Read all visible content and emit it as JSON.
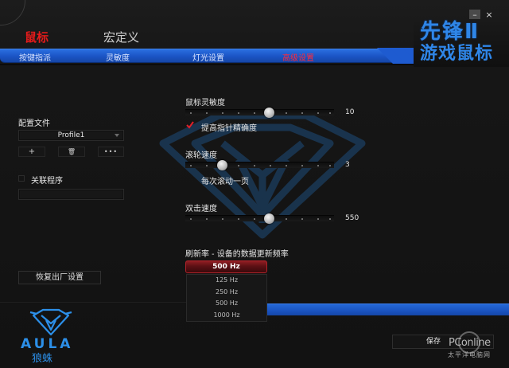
{
  "window": {
    "controls": {
      "minimize": "–",
      "close": "×"
    }
  },
  "header": {
    "main_tabs": [
      {
        "label": "鼠标",
        "active": true
      },
      {
        "label": "宏定义",
        "active": false
      }
    ],
    "sub_tabs": [
      {
        "label": "按键指派",
        "active": false
      },
      {
        "label": "灵敏度",
        "active": false
      },
      {
        "label": "灯光设置",
        "active": false
      },
      {
        "label": "高级设置",
        "active": true
      }
    ],
    "brand": {
      "title": "先锋Ⅱ",
      "subtitle": "游戏鼠标"
    },
    "colors": {
      "accent_blue": "#1b54c5",
      "active_red": "#e21b1b"
    }
  },
  "sidebar": {
    "profile_label": "配置文件",
    "profile_value": "Profile1",
    "buttons": {
      "add": "+",
      "delete": "🗑",
      "more": "•••"
    },
    "link_program_label": "关联程序",
    "link_program_checked": false,
    "link_program_value": "",
    "reset_label": "恢复出厂设置"
  },
  "settings": {
    "pointer_speed": {
      "label": "鼠标灵敏度",
      "value": "10",
      "position_pct": 57,
      "ticks": 10
    },
    "enhance_precision": {
      "label": "提高指针精确度",
      "checked": true
    },
    "scroll_speed": {
      "label": "滚轮速度",
      "value": "3",
      "position_pct": 25,
      "ticks": 10
    },
    "scroll_page": {
      "label": "每次滚动一页"
    },
    "double_click": {
      "label": "双击速度",
      "value": "550",
      "position_pct": 57,
      "ticks": 10
    },
    "polling_rate": {
      "label": "刷新率 - 设备的数据更新频率",
      "selected": "500 Hz",
      "options": [
        "125 Hz",
        "250 Hz",
        "500 Hz",
        "1000 Hz"
      ]
    }
  },
  "footer": {
    "save_label": "保存",
    "logo_text": "AULA",
    "logo_cn": "狼蛛"
  },
  "watermark": {
    "text": "PConline",
    "sub": "太平洋电脑网"
  }
}
